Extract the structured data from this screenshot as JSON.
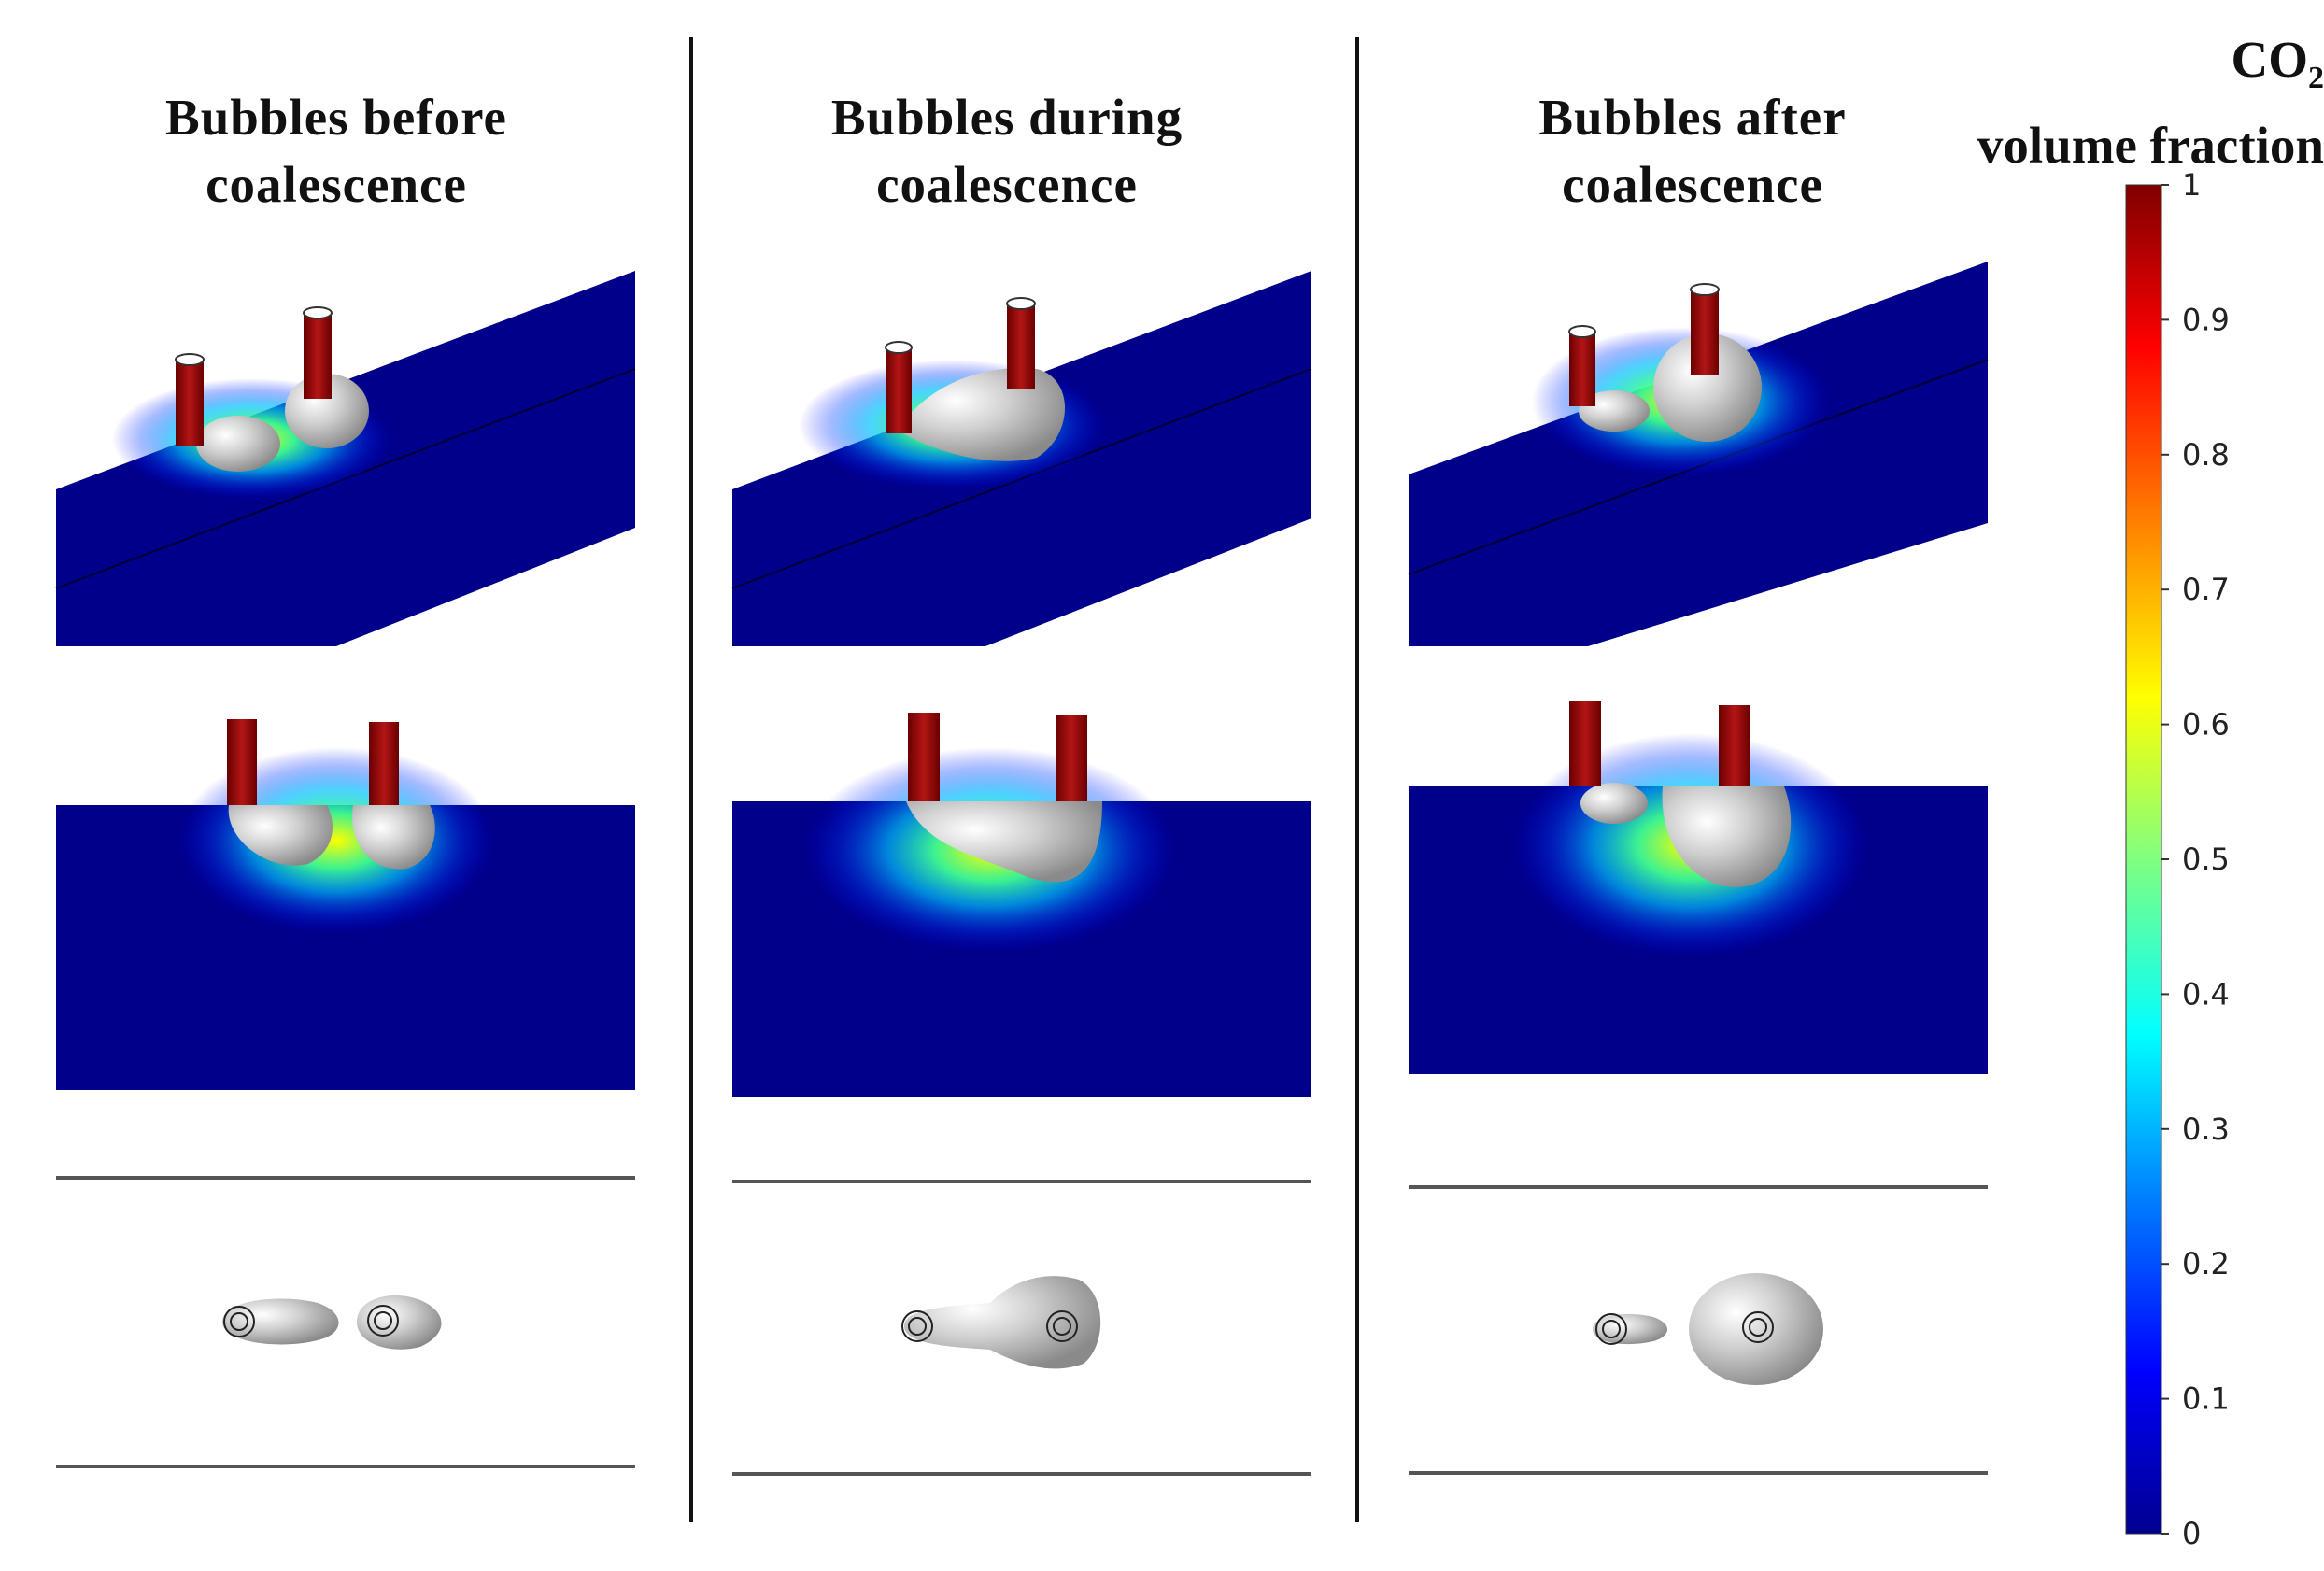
{
  "columns": [
    {
      "title_line1": "Bubbles before",
      "title_line2": "coalescence"
    },
    {
      "title_line1": "Bubbles during",
      "title_line2": "coalescence"
    },
    {
      "title_line1": "Bubbles after",
      "title_line2": "coalescence"
    }
  ],
  "colorbar": {
    "title_main": "CO",
    "title_sub": "2",
    "title_line2": "volume fraction",
    "min": 0,
    "max": 1,
    "ticks": [
      "0",
      "0.1",
      "0.2",
      "0.3",
      "0.4",
      "0.5",
      "0.6",
      "0.7",
      "0.8",
      "0.9",
      "1"
    ],
    "colors": [
      "#00008f",
      "#0000ff",
      "#0080ff",
      "#00ffff",
      "#80ff80",
      "#ffff00",
      "#ff8000",
      "#ff0000",
      "#800000"
    ]
  },
  "colors": {
    "domain": "#00008b",
    "bubble": "#c8c8c8",
    "nozzle": "#9b1010",
    "line": "#555555"
  }
}
